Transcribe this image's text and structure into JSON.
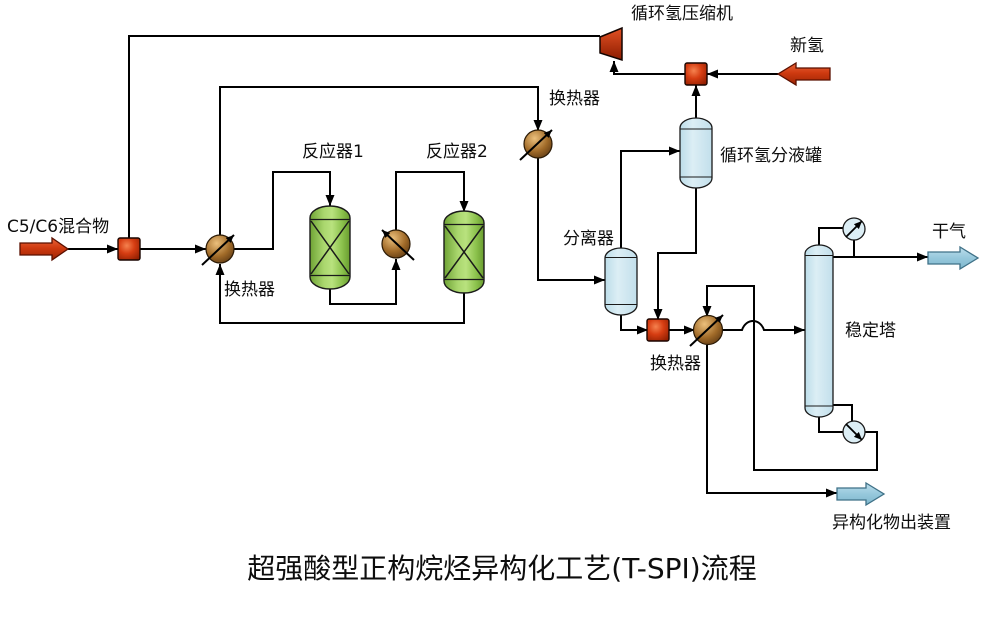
{
  "diagram": {
    "title": "超强酸型正构烷烃异构化工艺(T-SPI)流程",
    "labels": {
      "feed": "C5/C6混合物",
      "hx1": "换热器",
      "reactor1": "反应器1",
      "reactor2": "反应器2",
      "hx_top": "换热器",
      "compressor": "循环氢压缩机",
      "fresh_hydrogen": "新氢",
      "ko_drum": "循环氢分液罐",
      "separator": "分离器",
      "hx3": "换热器",
      "stabilizer": "稳定塔",
      "dry_gas": "干气",
      "isomerate_out": "异构化物出装置"
    },
    "colors": {
      "line": "#000000",
      "valve_red": "#d63d12",
      "flow_arrow_red": "#cf3a10",
      "exchanger_copper": "#a06a28",
      "reactor_green": "#8cc24d",
      "vessel_blue": "#dceef5",
      "outflow_blue": "#96c8dc",
      "background": "#ffffff"
    }
  }
}
